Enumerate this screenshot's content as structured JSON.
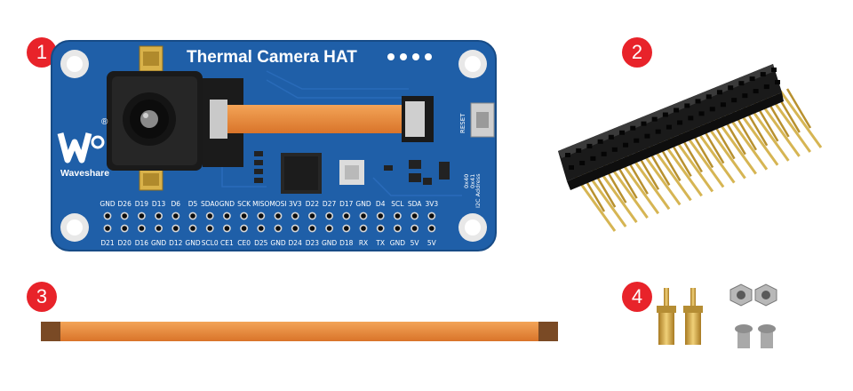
{
  "callouts": [
    "1",
    "2",
    "3",
    "4"
  ],
  "board": {
    "title": "Thermal Camera HAT",
    "brand": "Waveshare",
    "reset_label": "RESET",
    "i2c_label": "I2C Address",
    "addr_a": "0x40",
    "addr_b": "0x41",
    "top_pins": [
      "GND",
      "D26",
      "D19",
      "D13",
      "D6",
      "D5",
      "SDA0",
      "GND",
      "SCK",
      "MISO",
      "MOSI",
      "3V3",
      "D22",
      "D27",
      "D17",
      "GND",
      "D4",
      "SCL",
      "SDA",
      "3V3"
    ],
    "bottom_pins": [
      "D21",
      "D20",
      "D16",
      "GND",
      "D12",
      "GND",
      "SCL0",
      "CE1",
      "CE0",
      "D25",
      "GND",
      "D24",
      "D23",
      "GND",
      "D18",
      "RX",
      "TX",
      "GND",
      "5V",
      "5V"
    ]
  },
  "colors": {
    "badge": "#e8232a",
    "pcb": "#1f5fa8",
    "fpc": "#e0863a",
    "header": "#1a1a1a",
    "gold": "#c9a24a"
  }
}
